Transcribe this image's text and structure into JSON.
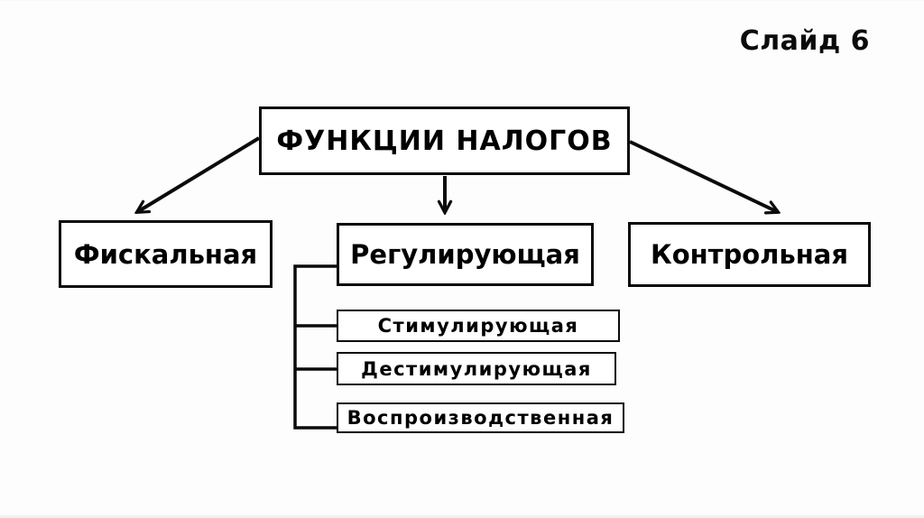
{
  "slide": {
    "number_label": "Слайд 6"
  },
  "diagram": {
    "root": {
      "label": "ФУНКЦИИ НАЛОГОВ"
    },
    "functions": [
      {
        "label": "Фискальная"
      },
      {
        "label": "Регулирующая"
      },
      {
        "label": "Контрольная"
      }
    ],
    "sub_functions": [
      {
        "label": "Стимулирующая"
      },
      {
        "label": "Дестимулирующая"
      },
      {
        "label": "Воспроизводственная"
      }
    ],
    "colors": {
      "line": "#000000",
      "box_background": "#ffffff",
      "text": "#000000",
      "slide_background": "#fdfdfd"
    }
  }
}
